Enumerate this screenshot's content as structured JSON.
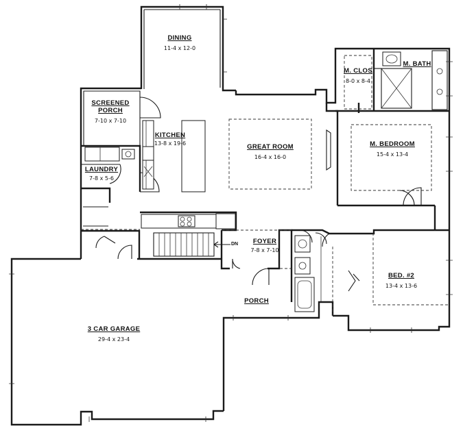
{
  "rooms": {
    "dining": {
      "name": "DINING",
      "dims": "11-4 x 12-0"
    },
    "screened_porch": {
      "name_line1": "SCREENED",
      "name_line2": "PORCH",
      "dims": "7-10 x 7-10"
    },
    "kitchen": {
      "name": "KITCHEN",
      "dims": "13-8 x 19-6"
    },
    "great_room": {
      "name": "GREAT ROOM",
      "dims": "16-4 x 16-0"
    },
    "master_closet": {
      "name": "M. CLOS",
      "dims": "8-0 x 8-4"
    },
    "master_bath": {
      "name": "M. BATH"
    },
    "master_bedroom": {
      "name": "M. BEDROOM",
      "dims": "15-4 x 13-4"
    },
    "laundry": {
      "name": "LAUNDRY",
      "dims": "7-8 x 5-6"
    },
    "foyer": {
      "name": "FOYER",
      "dims": "7-8 x 7-10"
    },
    "porch": {
      "name": "PORCH"
    },
    "bedroom_2": {
      "name": "BED. #2",
      "dims": "13-4 x 13-6"
    },
    "garage": {
      "name": "3 CAR GARAGE",
      "dims": "29-4 x 23-4"
    }
  },
  "stair_note": "DN"
}
